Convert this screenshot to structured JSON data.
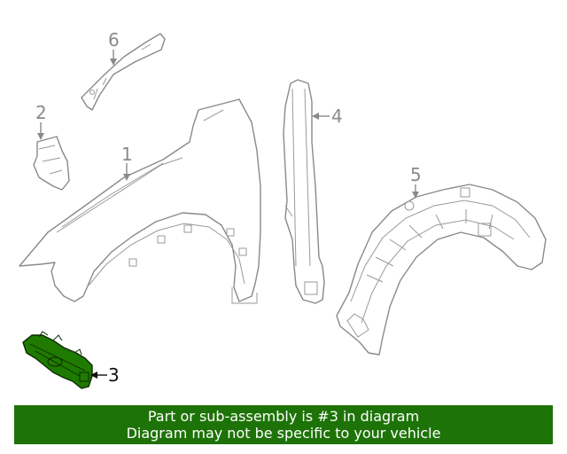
{
  "colors": {
    "highlight_fill": "#1f7a00",
    "banner_bg": "#1e7308",
    "line": "#8a8a8a"
  },
  "callouts": [
    {
      "number": "1",
      "part": "fender"
    },
    {
      "number": "2",
      "part": "fender-bracket"
    },
    {
      "number": "3",
      "part": "highlighted-bracket",
      "highlighted": true
    },
    {
      "number": "4",
      "part": "fender-insulator"
    },
    {
      "number": "5",
      "part": "fender-liner"
    },
    {
      "number": "6",
      "part": "upper-rail-brace"
    }
  ],
  "banner": {
    "line1": "Part or sub-assembly is #3 in diagram",
    "line2": "Diagram may not be specific to your vehicle"
  }
}
